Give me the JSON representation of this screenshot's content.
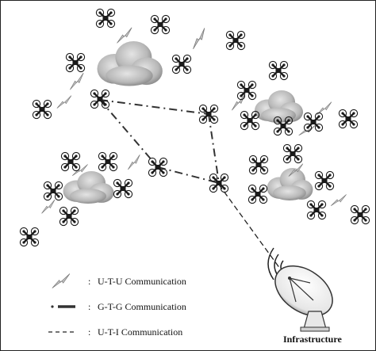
{
  "legend": {
    "utu_label": "U-T-U Communication",
    "gtg_label": "G-T-G Communication",
    "uti_label": "U-T-I Communication",
    "separator": ":"
  },
  "infrastructure_label": "Infrastructure",
  "icons": {
    "drone": "quadcopter-drone-icon",
    "cloud": "cloud-icon",
    "link": "lightning-bolt-icon",
    "infrastructure": "satellite-dish-icon"
  },
  "colors": {
    "drone": "#1a1a1a",
    "cloud": "#b8b8b8",
    "link_fill": "#c8c8c8",
    "line": "#333333"
  }
}
